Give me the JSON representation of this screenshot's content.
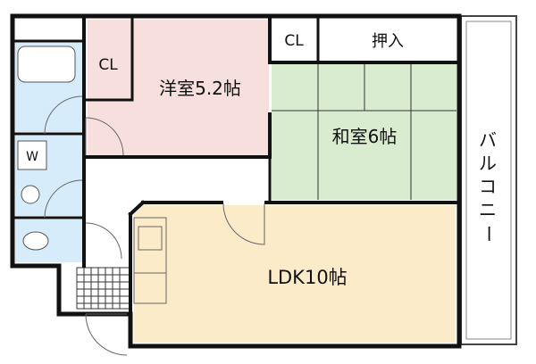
{
  "rooms": {
    "western": "洋室5.2帖",
    "japanese": "和室6帖",
    "ldk": "LDK10帖",
    "closet_left": "CL",
    "closet_right": "CL",
    "oshiire": "押入",
    "washer": "W",
    "balcony_chars": [
      "バ",
      "ル",
      "コ",
      "ニ",
      "ー"
    ]
  },
  "colors": {
    "wall": "#111111",
    "western_room": "#f6dfdc",
    "japanese_room": "#d9ecd0",
    "ldk": "#fcebc9",
    "wet_area": "#d6ecfa",
    "floor": "#ffffff",
    "fixture": "#555555"
  }
}
